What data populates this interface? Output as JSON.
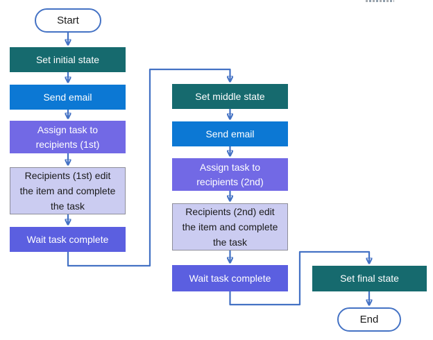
{
  "colors": {
    "state": "#166A6E",
    "email": "#0C78D4",
    "assign": "#7269E5",
    "wait": "#5B5FE0",
    "manual_fill": "#CBCCF1",
    "manual_border": "#8D8D99",
    "manual_text": "#1a1a1a",
    "box_text": "#ffffff",
    "connector": "#4472C4",
    "terminal_border": "#4472C4",
    "terminal_text": "#1a1a1a"
  },
  "nodes": {
    "start": {
      "label": "Start",
      "shape": "terminator"
    },
    "set_initial_state": {
      "label": "Set initial state",
      "shape": "process"
    },
    "send_email_1": {
      "label": "Send email",
      "shape": "process"
    },
    "assign_task_1": {
      "label": "Assign task to recipients (1st)",
      "shape": "process"
    },
    "recipients_edit_1": {
      "label": "Recipients (1st) edit the item and complete the task",
      "shape": "process"
    },
    "wait_task_1": {
      "label": "Wait task complete",
      "shape": "process"
    },
    "set_middle_state": {
      "label": "Set middle state",
      "shape": "process"
    },
    "send_email_2": {
      "label": "Send email",
      "shape": "process"
    },
    "assign_task_2": {
      "label": "Assign task to recipients (2nd)",
      "shape": "process"
    },
    "recipients_edit_2": {
      "label": "Recipients (2nd) edit the item and complete the task",
      "shape": "process"
    },
    "wait_task_2": {
      "label": "Wait task complete",
      "shape": "process"
    },
    "set_final_state": {
      "label": "Set final state",
      "shape": "process"
    },
    "end": {
      "label": "End",
      "shape": "terminator"
    }
  }
}
